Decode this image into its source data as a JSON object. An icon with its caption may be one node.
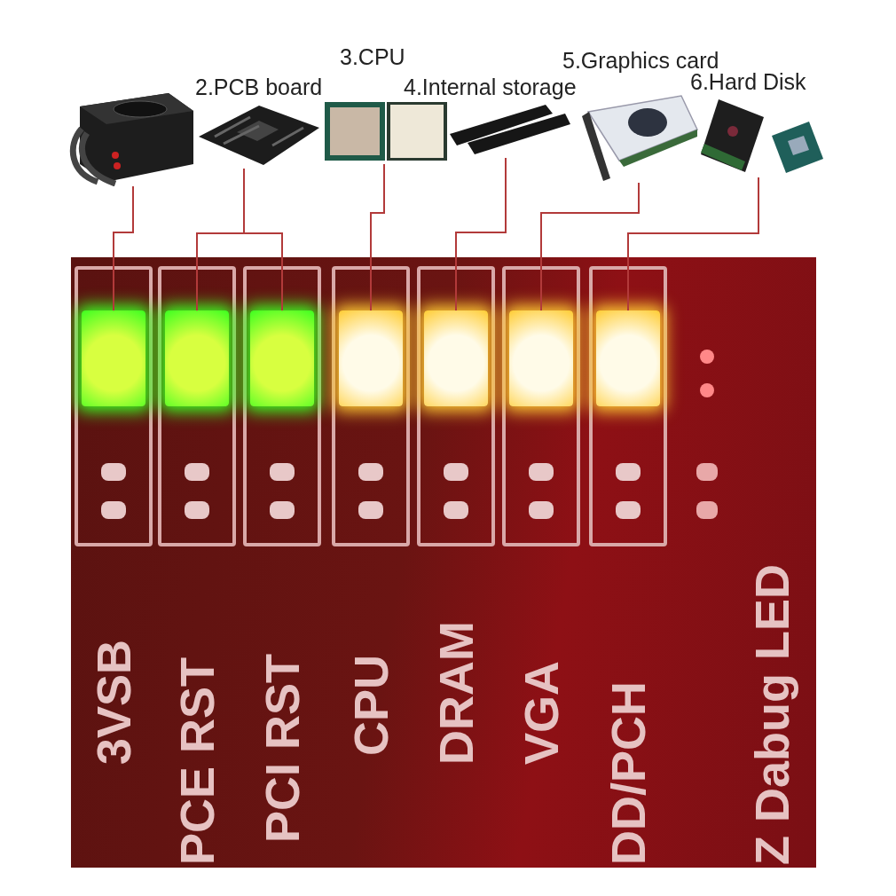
{
  "diagram": {
    "nodes": [
      {
        "text": [],
        "shape": "picture"
      },
      {
        "text": [
          "2.PCB board"
        ]
      },
      {
        "text": [
          "3.CPU"
        ]
      },
      {
        "text": [
          "4.Internal storage"
        ]
      },
      {
        "text": [
          "5.Graphics card"
        ]
      },
      {
        "text": [
          "6.Hard Disk"
        ]
      },
      {
        "text": [],
        "shape": "picture"
      },
      {
        "text": [],
        "shape": "box",
        "in": 6
      },
      {
        "text": [],
        "shape": "box",
        "in": 6
      },
      {
        "text": [],
        "shape": "box",
        "in": 6
      },
      {
        "text": [],
        "shape": "box",
        "in": 6
      },
      {
        "text": [],
        "shape": "box",
        "in": 6
      },
      {
        "text": [],
        "shape": "box",
        "in": 6
      },
      {
        "text": [],
        "shape": "box",
        "in": 6
      }
    ],
    "edges": [
      {
        "from": 0,
        "to": 7,
        "arrow": "none"
      },
      {
        "from": 1,
        "to": 8,
        "arrow": "none"
      },
      {
        "from": 1,
        "to": 9,
        "arrow": "none"
      },
      {
        "from": 2,
        "to": 10,
        "arrow": "none"
      },
      {
        "from": 3,
        "to": 11,
        "arrow": "none"
      },
      {
        "from": 4,
        "to": 12,
        "arrow": "none"
      },
      {
        "from": 5,
        "to": 13,
        "arrow": "none"
      }
    ],
    "labels": [
      "3VSB",
      "PCE RST",
      "PCI RST",
      "CPU",
      "DRAM",
      "VGA",
      "DD/PCH",
      "Z Dabug LED"
    ]
  }
}
